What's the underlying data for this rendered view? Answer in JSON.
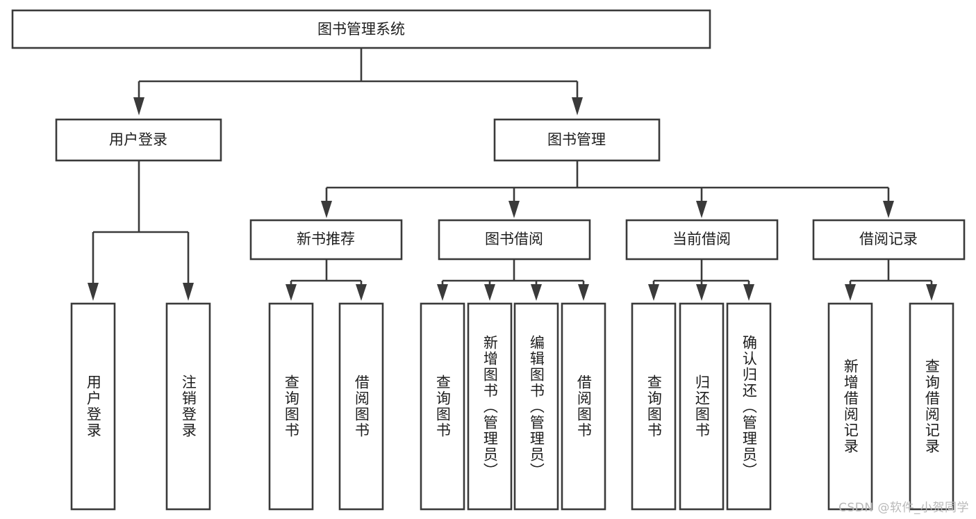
{
  "diagram": {
    "title": "图书管理系统",
    "type": "tree-hierarchy",
    "root": {
      "label": "图书管理系统",
      "orientation": "horizontal"
    },
    "level2": [
      {
        "label": "用户登录",
        "orientation": "horizontal"
      },
      {
        "label": "图书管理",
        "orientation": "horizontal"
      }
    ],
    "level3": [
      {
        "label": "新书推荐",
        "orientation": "horizontal"
      },
      {
        "label": "图书借阅",
        "orientation": "horizontal"
      },
      {
        "label": "当前借阅",
        "orientation": "horizontal"
      },
      {
        "label": "借阅记录",
        "orientation": "horizontal"
      }
    ],
    "leaves": [
      {
        "label": "用户登录",
        "parent": "用户登录",
        "orientation": "vertical"
      },
      {
        "label": "注销登录",
        "parent": "用户登录",
        "orientation": "vertical"
      },
      {
        "label": "查询图书",
        "parent": "新书推荐",
        "orientation": "vertical"
      },
      {
        "label": "借阅图书",
        "parent": "新书推荐",
        "orientation": "vertical"
      },
      {
        "label": "查询图书",
        "parent": "图书借阅",
        "orientation": "vertical"
      },
      {
        "label": "新增图书（管理员）",
        "parent": "图书借阅",
        "orientation": "vertical"
      },
      {
        "label": "编辑图书（管理员）",
        "parent": "图书借阅",
        "orientation": "vertical"
      },
      {
        "label": "借阅图书",
        "parent": "图书借阅",
        "orientation": "vertical"
      },
      {
        "label": "查询图书",
        "parent": "当前借阅",
        "orientation": "vertical"
      },
      {
        "label": "归还图书",
        "parent": "当前借阅",
        "orientation": "vertical"
      },
      {
        "label": "确认归还（管理员）",
        "parent": "当前借阅",
        "orientation": "vertical"
      },
      {
        "label": "新增借阅记录",
        "parent": "借阅记录",
        "orientation": "vertical"
      },
      {
        "label": "查询借阅记录",
        "parent": "借阅记录",
        "orientation": "vertical"
      }
    ],
    "colors": {
      "stroke": "#3a3a3a",
      "fill": "#ffffff",
      "text": "#1d1d1d",
      "watermark": "#b9b9b9",
      "background": "#ffffff"
    }
  },
  "watermark": {
    "text": "CSDN @软件_小贺同学"
  }
}
